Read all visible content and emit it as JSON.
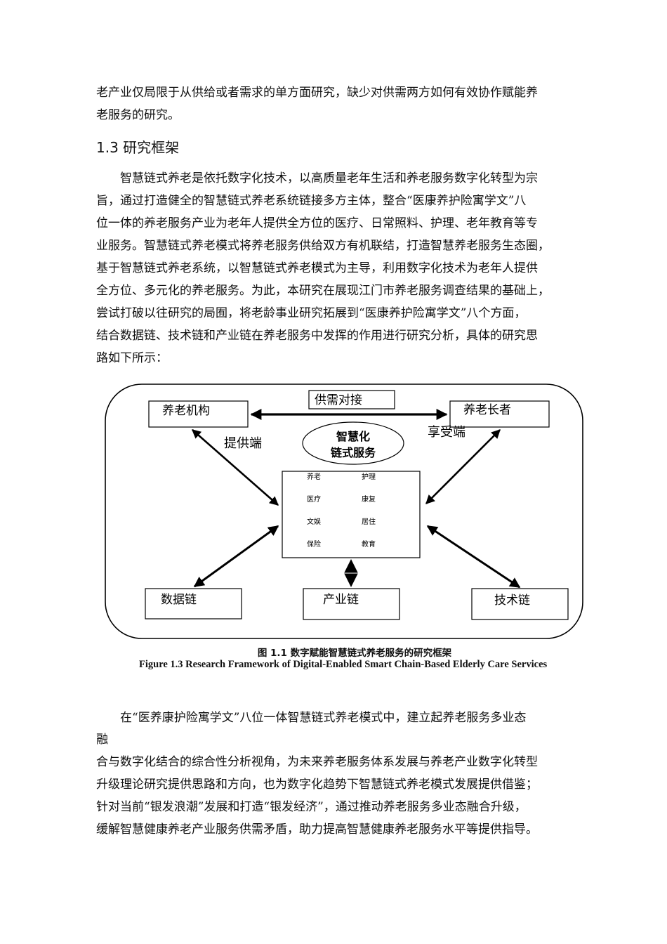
{
  "intro_lines": [
    "老产业仅局限于从供给或者需求的单方面研究，缺少对供需两方如何有效协作赋能养",
    "老服务的研究。"
  ],
  "section_heading": "1.3 研究框架",
  "paragraph1_lines": [
    "智慧链式养老是依托数字化技术，以高质量老年生活和养老服务数字化转型为宗",
    "旨，通过打造健全的智慧链式养老系统链接多方主体，整合“医康养护险寓学文”八",
    "位一体的养老服务产业为老年人提供全方位的医疗、日常照料、护理、老年教育等专",
    "业服务。智慧链式养老模式将养老服务供给双方有机联结，打造智慧养老服务生态圈，",
    "基于智慧链式养老系统，以智慧链式养老模式为主导，利用数字化技术为老年人提供",
    "全方位、多元化的养老服务。为此，本研究在展现江门市养老服务调查结果的基础上，",
    "尝试打破以往研究的局囿，将老龄事业研究拓展到“医康养护险寓学文”八个方面，",
    "结合数据链、技术链和产业链在养老服务中发挥的作用进行研究分析，具体的研究思",
    "路如下所示："
  ],
  "diagram": {
    "institution": "养老机构",
    "elderly": "养老长者",
    "supply_demand": "供需对接",
    "provider_side": "提供端",
    "enjoy_side": "享受端",
    "center_line1": "智慧化",
    "center_line2": "链式服务",
    "services": [
      "养老",
      "护理",
      "医疗",
      "康复",
      "文娱",
      "居住",
      "保险",
      "教育"
    ],
    "data_chain": "数据链",
    "industry_chain": "产业链",
    "tech_chain": "技术链"
  },
  "caption_cn": "图 1.1 数字赋能智慧链式养老服务的研究框架",
  "caption_en": "Figure 1.3 Research Framework of Digital-Enabled Smart Chain-Based Elderly Care Services",
  "paragraph2_lines": [
    "在“医养康护险寓学文”八位一体智慧链式养老模式中，建立起养老服务多业态",
    "融",
    "合与数字化结合的综合性分析视角，为未来养老服务体系发展与养老产业数字化转型",
    "升级理论研究提供思路和方向，也为数字化趋势下智慧链式养老模式发展提供借鉴；",
    "针对当前“银发浪潮”发展和打造“银发经济”，通过推动养老服务多业态融合升级，",
    "缓解智慧健康养老产业服务供需矛盾，助力提高智慧健康养老服务水平等提供指导。"
  ]
}
